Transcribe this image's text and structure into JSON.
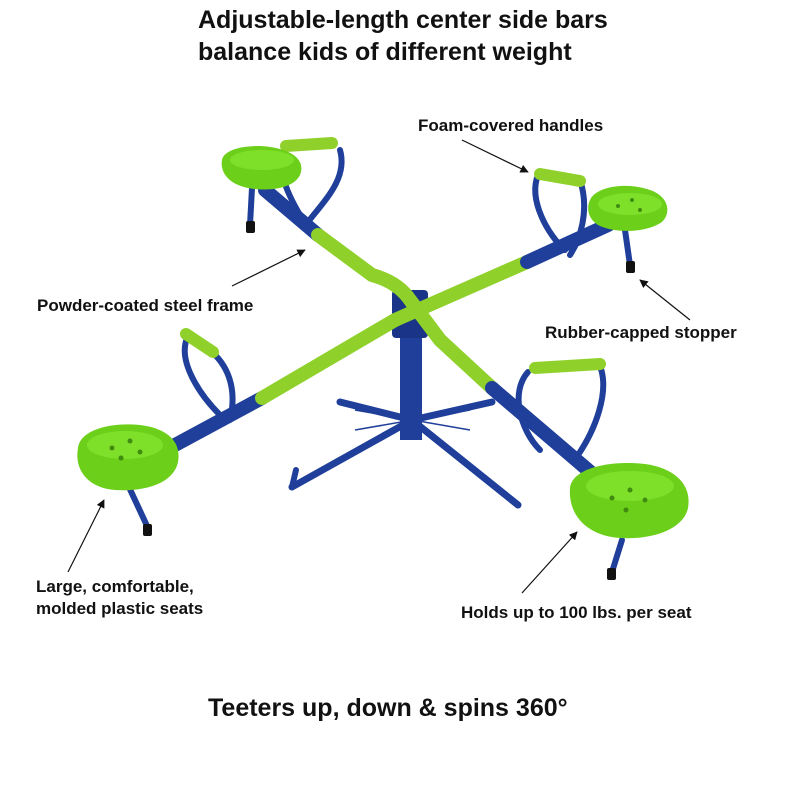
{
  "headline": {
    "line1": "Adjustable-length center side bars",
    "line2": "balance kids of different weight"
  },
  "callouts": {
    "handles": "Foam-covered handles",
    "frame": "Powder-coated steel frame",
    "stopper": "Rubber-capped stopper",
    "seats_line1": "Large, comfortable,",
    "seats_line2": "molded plastic seats",
    "capacity": "Holds up to 100 lbs. per seat"
  },
  "footer": "Teeters up, down & spins 360°",
  "colors": {
    "frame_blue": "#1f3f9a",
    "bar_green": "#8fd12a",
    "seat_green": "#6ccf1a",
    "text": "#111111"
  }
}
